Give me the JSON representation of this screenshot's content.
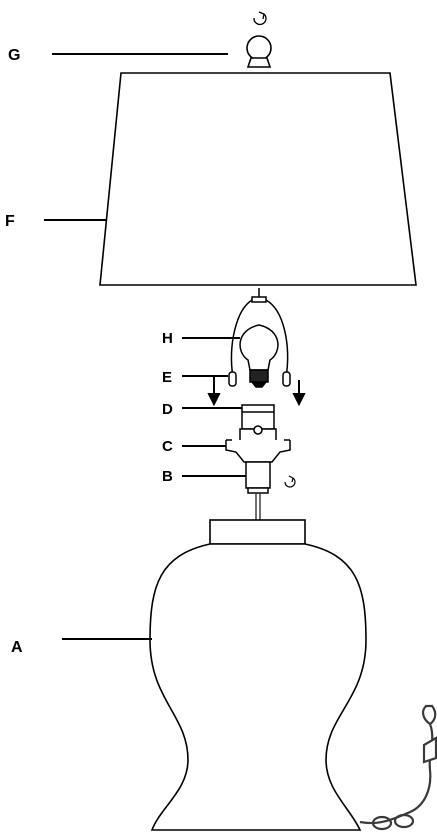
{
  "diagram": {
    "parts": [
      {
        "letter": "A",
        "part": "lamp-base"
      },
      {
        "letter": "B",
        "part": "lock-nut"
      },
      {
        "letter": "C",
        "part": "harp-saddle"
      },
      {
        "letter": "D",
        "part": "socket"
      },
      {
        "letter": "E",
        "part": "harp-sleeves"
      },
      {
        "letter": "F",
        "part": "lamp-shade"
      },
      {
        "letter": "G",
        "part": "finial"
      },
      {
        "letter": "H",
        "part": "light-bulb"
      }
    ]
  }
}
